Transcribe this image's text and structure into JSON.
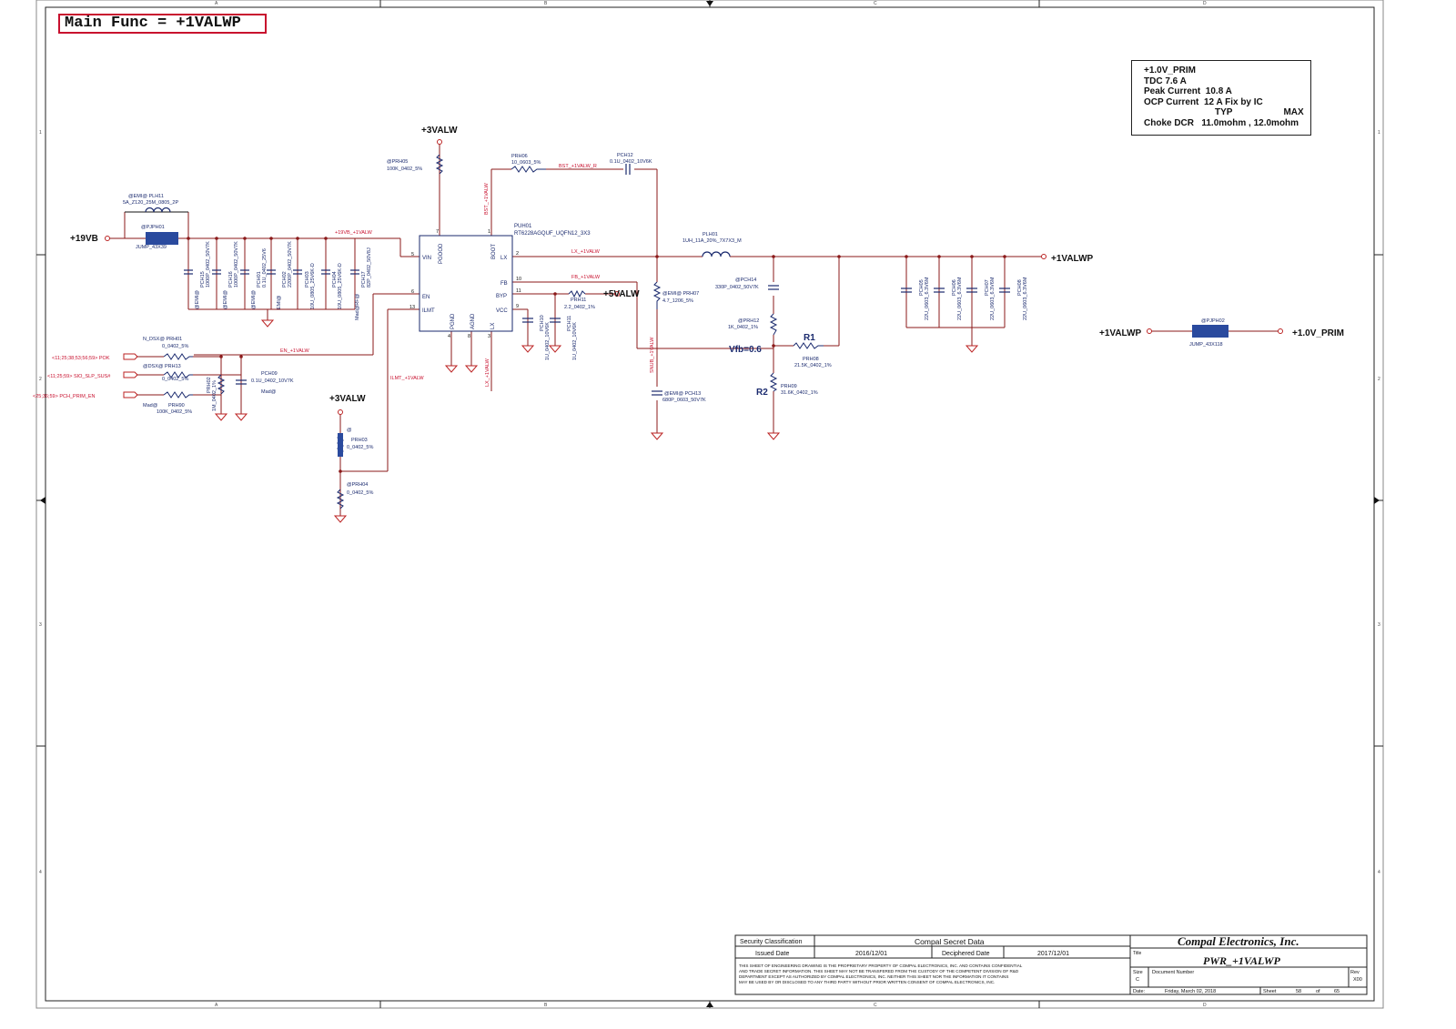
{
  "sheet_title": "Main Func = +1VALWP",
  "column_markers": [
    "A",
    "B",
    "C",
    "D"
  ],
  "row_markers": [
    "1",
    "2",
    "3",
    "4"
  ],
  "spec_box": {
    "lines": [
      "+1.0V_PRIM",
      "TDC 7.6 A",
      "Peak Current  10.8 A",
      "OCP Current  12 A Fix by IC"
    ],
    "typ_label": "TYP",
    "max_label": "MAX",
    "choke_line": "Choke DCR   11.0mohm , 12.0mohm"
  },
  "rails": {
    "v19b": "+19VB",
    "v3alw_top": "+3VALW",
    "v3alw_mid": "+3VALW",
    "v5alw": "+5VALW",
    "v1valwp_out": "+1VALWP",
    "v1valwp_jump": "+1VALWP",
    "v1_prim": "+1.0V_PRIM"
  },
  "ic": {
    "ref": "PUH01",
    "part": "RT6228AGQUF_UQFN12_3X3",
    "pins": {
      "vin": "VIN",
      "en": "EN",
      "ilmt": "ILMT",
      "pgood": "PGOOD",
      "boot": "BOOT",
      "lx_r": "LX",
      "fb": "FB",
      "byp": "BYP",
      "vcc": "VCC",
      "pgnd": "PGND",
      "agnd": "AGND",
      "lx_b": "LX"
    },
    "pin_numbers": {
      "vin": "5",
      "en": "6",
      "ilmt": "13",
      "pgood": "7",
      "boot": "1",
      "lx_r": "2",
      "fb": "10",
      "byp": "11",
      "vcc": "9",
      "pgnd": "4",
      "agnd": "8",
      "lx_b": "3"
    }
  },
  "nets": {
    "vin_net": "+19VB_+1VALW",
    "en_net": "EN_+1VALW",
    "ilmt_net": "ILMT_+1VALW",
    "bst_net": "BST_+1VALW",
    "bst_r_net": "BST_+1VALW_R",
    "lx_net": "LX_+1VALW",
    "lx_net_b": "LX_+1VALW",
    "fb_net": "FB_+1VALW",
    "snub_net": "SNUB_+1VALW"
  },
  "inputs": {
    "pok": "<11;25;38;53;56;59>  POK",
    "slp": "<11;25;59>  SIO_SLP_SUS#",
    "prim_en": "<25;36;59>  PCH_PRIM_EN"
  },
  "components": {
    "plh11": {
      "tag": "@EMI@  PLH11",
      "val": "5A_Z120_25M_0805_2P"
    },
    "pjp01": {
      "tag": "@PJPH01",
      "val": "JUMP_43X39"
    },
    "pch15": {
      "tag": "@EMI@",
      "ref": "PCH15",
      "val": "1000P_0402_50V7K"
    },
    "pch16": {
      "tag": "@EMI@",
      "ref": "PCH16",
      "val": "1000P_0402_50V7K"
    },
    "pch01": {
      "tag": "@EMI@",
      "ref": "PCH01",
      "val": "0.1U_0402_25V6"
    },
    "pch02": {
      "tag": "EMI@",
      "ref": "PCH02",
      "val": "2200P_0402_50V7K"
    },
    "pch03": {
      "ref": "PCH03",
      "val": "10U_0805_25V6K-D"
    },
    "pch04": {
      "ref": "PCH04",
      "val": "10U_0805_25V6K-D"
    },
    "pch17": {
      "tag": "Mad@RF@",
      "ref": "PCH17",
      "val": "82P_0402_50V8J"
    },
    "prh05": {
      "tag": "@PRH05",
      "val": "100K_0402_5%"
    },
    "prh06": {
      "ref": "PRH06",
      "val": "10_0603_5%"
    },
    "pch12": {
      "ref": "PCH12",
      "val": "0.1U_0402_10V6K"
    },
    "plh01": {
      "ref": "PLH01",
      "val": "1UH_11A_20%_7X7X3_M"
    },
    "prh07": {
      "tag": "@EMI@  PRH07",
      "val": "4.7_1206_5%"
    },
    "pch13": {
      "tag": "@EMI@  PCH13",
      "val": "680P_0603_50V7K"
    },
    "pch14": {
      "tag": "@PCH14",
      "val": "330P_0402_50V7K"
    },
    "prh12": {
      "tag": "@PRH12",
      "val": "1K_0402_1%"
    },
    "prh08": {
      "ref": "PRH08",
      "val": "21.5K_0402_1%"
    },
    "prh09": {
      "ref": "PRH09",
      "val": "31.6K_0402_1%"
    },
    "prh11": {
      "ref": "PRH11",
      "val": "2.2_0402_1%"
    },
    "pch10": {
      "ref": "PCH10",
      "val": "1U_0402_10V6K"
    },
    "pch11": {
      "ref": "PCH11",
      "val": "1U_0402_10V6K"
    },
    "prh01": {
      "tag": "N_DSX@  PRH01",
      "val": "0_0402_5%"
    },
    "prh13": {
      "tag": "@DSX@  PRH13",
      "val": "0_0402_5%"
    },
    "prh90": {
      "tag": "Mad@",
      "ref": "PRH90",
      "val": "100K_0402_5%"
    },
    "prh02": {
      "ref": "PRH02",
      "val": "1M_0402_1%"
    },
    "pch09": {
      "ref": "PCH09",
      "val": "0.1U_0402_10V7K",
      "tag": "Mad@"
    },
    "prh03": {
      "tag": "@",
      "ref": "PRH03",
      "val": "0_0402_5%"
    },
    "prh04": {
      "tag": "@PRH04",
      "val": "0_0402_5%"
    },
    "pch05": {
      "ref": "PCH05",
      "val": "22U_0603_6.3V6M"
    },
    "pch06": {
      "ref": "PCH06",
      "val": "22U_0603_6.3V6M"
    },
    "pch07": {
      "ref": "PCH07",
      "val": "22U_0603_6.3V6M"
    },
    "pch08": {
      "ref": "PCH08",
      "val": "22U_0603_6.3V6M"
    },
    "pjp02": {
      "tag": "@PJPH02",
      "val": "JUMP_43X118"
    }
  },
  "annotations": {
    "vfb": "Vfb=0.6",
    "r1": "R1",
    "r2": "R2"
  },
  "title_block": {
    "security_label": "Security Classification",
    "security_value": "Compal Secret Data",
    "issued_label": "Issued Date",
    "issued_value": "2016/12/01",
    "deciphered_label": "Deciphered Date",
    "deciphered_value": "2017/12/01",
    "notice_lines": [
      "THIS SHEET OF ENGINEERING DRAWING IS THE PROPRIETARY PROPERTY OF COMPAL ELECTRONICS, INC. AND CONTAINS CONFIDENTIAL",
      "AND TRADE SECRET INFORMATION. THIS SHEET MAY NOT BE TRANSFERED FROM THE CUSTODY OF THE COMPETENT DIVISION OF R&D",
      "DEPARTMENT EXCEPT AS AUTHORIZED BY COMPAL ELECTRONICS, INC. NEITHER THIS SHEET NOR THE INFORMATION IT CONTAINS",
      "MAY BE USED BY OR DISCLOSED TO ANY THIRD PARTY WITHOUT PRIOR WRITTEN CONSENT OF COMPAL ELECTRONICS, INC."
    ],
    "company": "Compal Electronics, Inc.",
    "title_label": "Title",
    "title_value": "PWR_+1VALWP",
    "size_label": "Size",
    "size_value": "C",
    "docnum_label": "Document Number",
    "rev_label": "Rev",
    "rev_value": "X00",
    "date_label": "Date:",
    "date_value": "Friday, March 02, 2018",
    "sheet_label": "Sheet",
    "sheet_value": "58",
    "of_label": "of",
    "of_value": "65"
  }
}
